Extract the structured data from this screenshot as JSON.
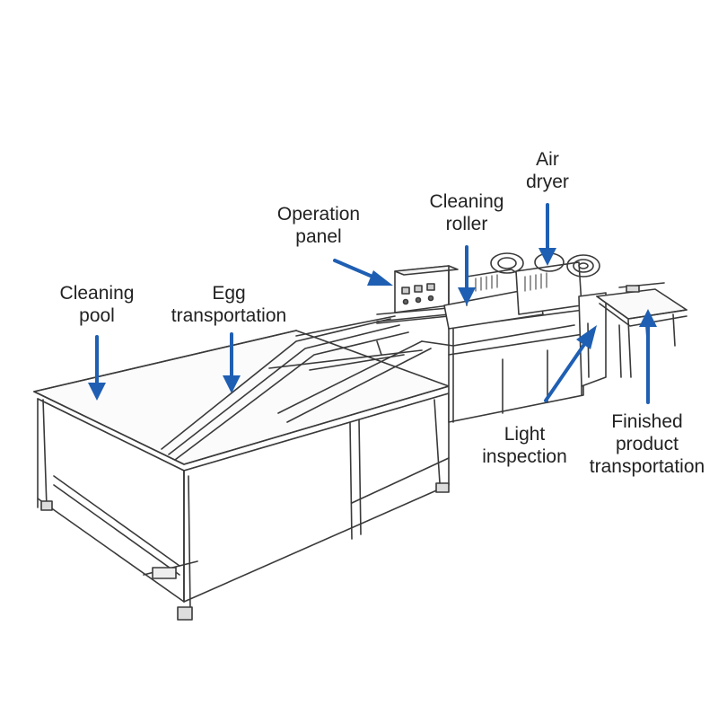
{
  "diagram": {
    "accent_color": "#1f5fb3",
    "line_color": "#3a3a3a",
    "labels": {
      "cleaning_pool": [
        "Cleaning",
        "pool"
      ],
      "egg_transportation": [
        "Egg",
        "transportation"
      ],
      "operation_panel": [
        "Operation",
        "panel"
      ],
      "cleaning_roller": [
        "Cleaning",
        "roller"
      ],
      "air_dryer": [
        "Air",
        "dryer"
      ],
      "light_inspection": [
        "Light",
        "inspection"
      ],
      "finished_product": [
        "Finished",
        "product",
        "transportation"
      ]
    }
  }
}
